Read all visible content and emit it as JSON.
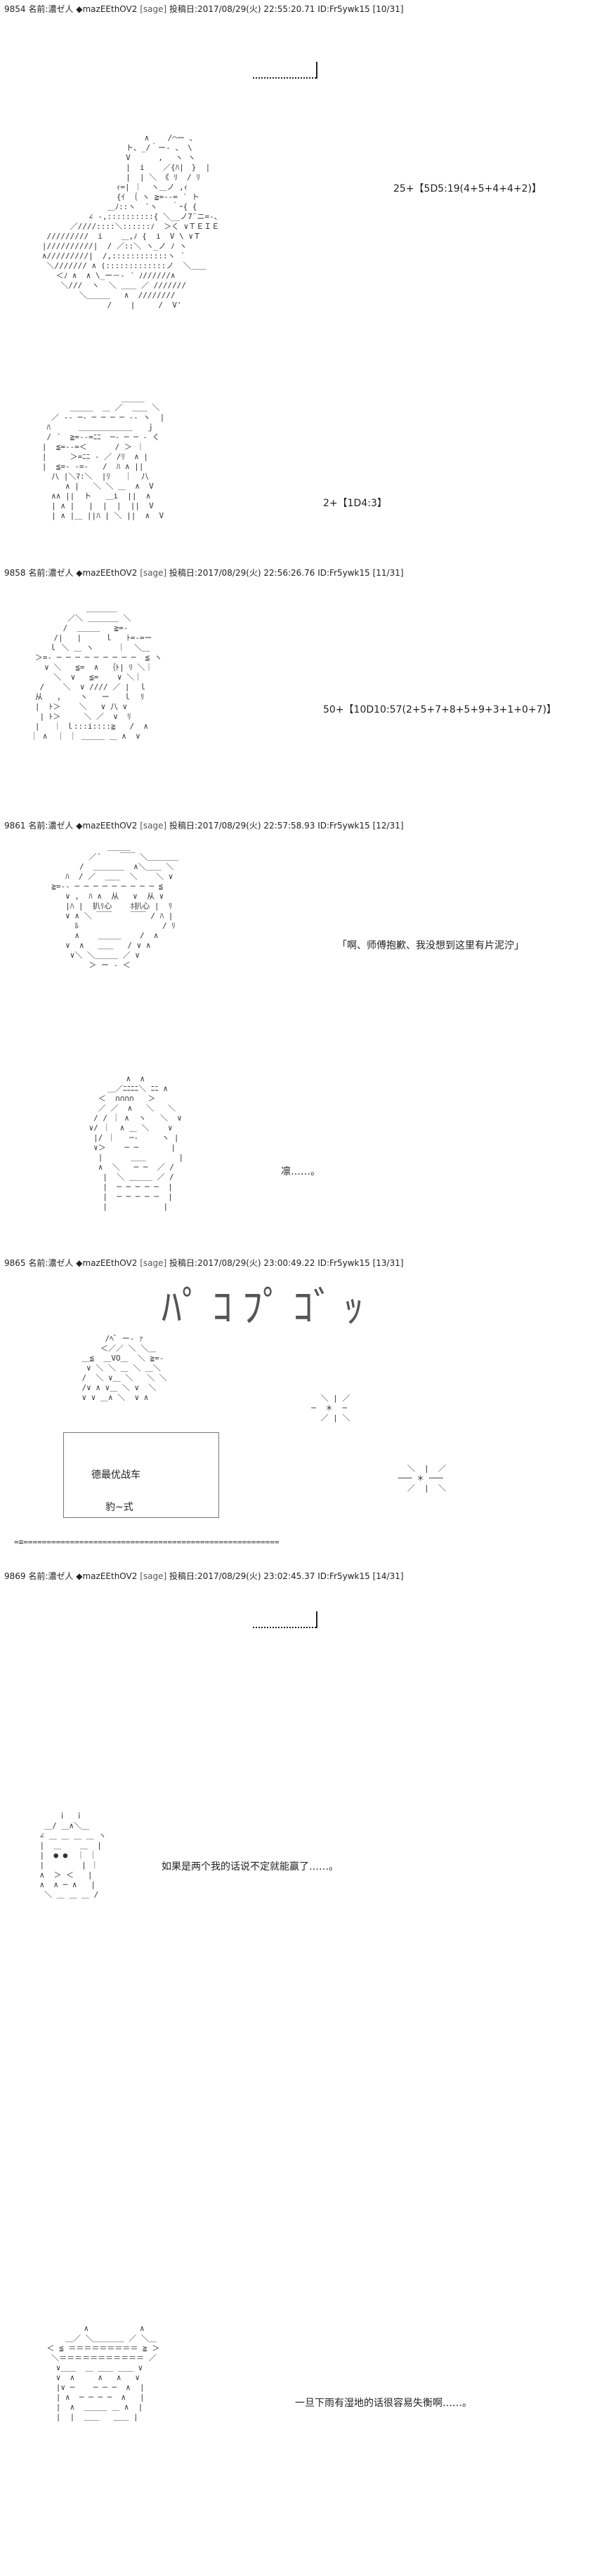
{
  "posts": [
    {
      "num": "9854",
      "label": "名前:",
      "name": "濃ゼ人",
      "trip": "◆mazEEthOV2",
      "sage": "[sage]",
      "date_label": "投稿日:",
      "date": "2017/08/29(火) 22:55:20.71",
      "id": "ID:Fr5ywk15",
      "page": "[10/31]"
    },
    {
      "num": "9858",
      "label": "名前:",
      "name": "濃ゼ人",
      "trip": "◆mazEEthOV2",
      "sage": "[sage]",
      "date_label": "投稿日:",
      "date": "2017/08/29(火) 22:56:26.76",
      "id": "ID:Fr5ywk15",
      "page": "[11/31]"
    },
    {
      "num": "9861",
      "label": "名前:",
      "name": "濃ゼ人",
      "trip": "◆mazEEthOV2",
      "sage": "[sage]",
      "date_label": "投稿日:",
      "date": "2017/08/29(火) 22:57:58.93",
      "id": "ID:Fr5ywk15",
      "page": "[12/31]"
    },
    {
      "num": "9865",
      "label": "名前:",
      "name": "濃ゼ人",
      "trip": "◆mazEEthOV2",
      "sage": "[sage]",
      "date_label": "投稿日:",
      "date": "2017/08/29(火) 23:00:49.22",
      "id": "ID:Fr5ywk15",
      "page": "[13/31]"
    },
    {
      "num": "9869",
      "label": "名前:",
      "name": "濃ゼ人",
      "trip": "◆mazEEthOV2",
      "sage": "[sage]",
      "date_label": "投稿日:",
      "date": "2017/08/29(火) 23:02:45.37",
      "id": "ID:Fr5ywk15",
      "page": "[14/31]"
    }
  ],
  "rolls": {
    "r1": "25+【5D5:19(4+5+4+4+2)】",
    "r2": "2+【1D4:3】",
    "r3": "50+【10D10:57(2+5+7+8+5+9+3+1+0+7)】"
  },
  "dialogue": {
    "d1": "「啊、师傅抱歉、我没想到这里有片泥泞」",
    "d2": "凛……。",
    "d3": "如果是两个我的话说不定就能赢了……。",
    "d4": "一旦下雨有湿地的话很容易失衡啊……。"
  },
  "tank": {
    "line1": "德最优战车",
    "line2": "豹~式"
  },
  "sfx": "ﾊﾟｺﾌﾟｺﾞｯ",
  "art": {
    "a1": "                         ∧    /⌒ー 、\n                     ト、_/｀ー‐ 、 \\\n                     V      ,　 ヽ ヽ\n                     |  i    ／{ﾊ|　}  |\n                     |  | ＼ 《 ﾘ  / ﾘ\n                   ｨ=| ｜  ヽ＿ノ ,ｨ\n                   {ｲ ｛ ヽ ≧=-‐= ´ ト\n                 ＿ﾉ::ヽ  `ヽ   ｀ｰ{ {\n             ∠ ‐,::::::::::{ ＼__ノ7¨ニ=-、\n         ／////::::＼::::::ﾉ  ＞く ∨ＴＥＩＥ\n    /////////  i    ＿,ﾉ {  i  V \\ ∨Ｔ\n   |//////////|  / ／::＼ ヽ_ノ ﾉ ヽ\n   ∧/////////|  /,::::::::::::ヽ ´\n    ＼/////// ∧ (:::::::::::::ノ  ＼＿＿\n      ＜ﾉ ∧  ∧ \\_ー－‐ ´ ﾉ//////∧\n       ＼///  ヽ  ＼ ＿＿ ／ ///////\n           ＼＿＿＿   ∧  ////////\n                 /    |     /  V'",
    "a2": "                    _____\n         ＿＿＿  ＿ ／  ＿＿ ＼\n     ／ ‐‐ ─‐ ─ ─ ─ ─ ‐‐ ヽ  |\n    ﾊ      ＿＿＿＿＿＿＿   ｊ\n    / ´  ≧=-‐=ﾆﾆ  ─‐ ─ ─ - く\n   |  ≦=-‐=＜      / ＞ ｜\n   |     ＞=ﾆﾆ - ／ /ﾘ  ∧ |\n   |  ≦=- -=-   /  ﾊ ∧ ||\n     八 |＼ﾏ:＼  |ﾘ   ｜  八\n        ∧ |   ＼ ＼ ＿  ∧  V\n     ∧∧ ||  ト   ＿i  ||  ∧\n     | ∧ |   |  |  |  ||  V\n     | ∧ |＿ ||ﾊ | ＼ ||  ∧  V",
    "a3": "              ＿＿＿＿\n          ／＼ ＿＿＿＿ ＼\n         /  ＿＿＿   ≧=-\n       /|   |     ｌ   ﾄ=‐=ー\n      ｌ ＼ ＿ ヽ     ｜  ＼＿\n   ＞=‐ ─ ─ ─ ─ ─ ─ ─ ─ ─  ≦ ヽ\n     ∨ ＼   ≦=  ∧  ｛ﾄ| ﾘ ＼｜\n       ＼  ∨   ≦=    ∨ ＼｜\n    /    ＼  ∨ //// ／ |  ｌ\n   从   ,    ヽ   ー   ｌ  ﾘ\n   |  ﾄ＞    ＼   ∨ 八 ∨\n    | ﾄ＞     ＼ ／  ∨  ﾘ\n   |   ｜ ｌ:::i::::≧   /  ∧\n  ｜ ∧  ｜ ｜ ＿＿＿ ＿ ∧  ∨",
    "a4": "              ＿＿＿\n          ／´    ￣￣ ＼＿＿＿＿\n        /  ＿＿＿＿  ∧＼＿＿ ＼\n     ﾊ  / ／  ＿＿  ＼    ＼ ∨\n  ≧=-‐ ─ ─ ─ ─ ─ ─ ─ ─ ─ ≦\n     ∨ ,  ﾊ ∧  从   ∨  从 ∨\n     |ﾊ |  扒ﾘ心    ﾎ扒心 |  ﾘ\n     ∨ ∧ ＼ ￣￣    ￣￣ / ﾊ |\n       ﾙ                  / ﾘ\n       ∧    ＿＿＿    /  ∧\n     ∨  ∧   ＿＿   / ∨ ∧\n      ∨＼ ＼＿＿＿ ／ ∨\n          ＞ ー ‐ ＜",
    "a5": "            ∧  ∧\n        ＿／ﾆﾆﾆﾆ＼ ﾆﾆ ∧\n      ＜  ∩∩∩∩   ＞\n      ／ ／  ∧   ＼   ＼\n     / / ｜ ∧  ヽ   ＼  ∨\n    ∨/ ｜  ∧ ＿ ＼    ∨\n     |/ ｜   ─‐     ヽ |\n     ∨＞    ─ ─       |\n      |      ＿＿       |\n      ∧  ＼   ─ ─  ／ /\n       |  ＼ ＿＿＿ ／ /\n       |  ─ ─ ─ ─ ─  |\n       |  ─ ─ ─ ─ ─  |\n       |            |",
    "a6": "         /ﾍﾞ ー‐ ｧ\n        ＜／／ ＼ ＼＿\n    ＿≦  ＿VO＿  ＼ ≧=-\n     ∨ ＼ ＼ ＿ ＼ ＿＼\n    /  ＼ ∨＿ ＼   ＼ ＼\n    /∨ ∧ ∨＿ ＼ ∨  ＼\n    ∨ ∨ ＿∧ ＼  ∨ ∧",
    "a7": "        ｉ  ｉ\n     ＿/ ＿∧＼＿\n    ∠ ＿ ＿ ＿ ＿ ヽ\n    |  ＿    ＿  |\n    |  ● ●  ｜ ｜\n    |        | ｜\n    ∧  ＞ ＜   |\n    ∧  ∧ ─ ∧   |\n     ＼ ＿ ＿ ＿ /",
    "a8": "            ∧           ∧\n        ＿／ ＼＿＿＿＿ ／ ＼＿\n    ＜ ≦ ＝＝＝＝＝＝＝＝＝ ≧ ＞\n     ＼＝＝＝＝＝＝＝＝＝＝＝ ／\n      ∨＿＿  ＿ ＿＿ ＿＿ ∨\n      ∨  ∧     ∧   ∧   ∨\n      |∨ ─    ─ ─ ─  ∧  |\n      | ∧  ─ ─ ─ ─  ∧   |\n      |  ∧  ＿＿＿ ＿ ∧  |\n      |  |  ＿＿   ＿＿ |"
  }
}
